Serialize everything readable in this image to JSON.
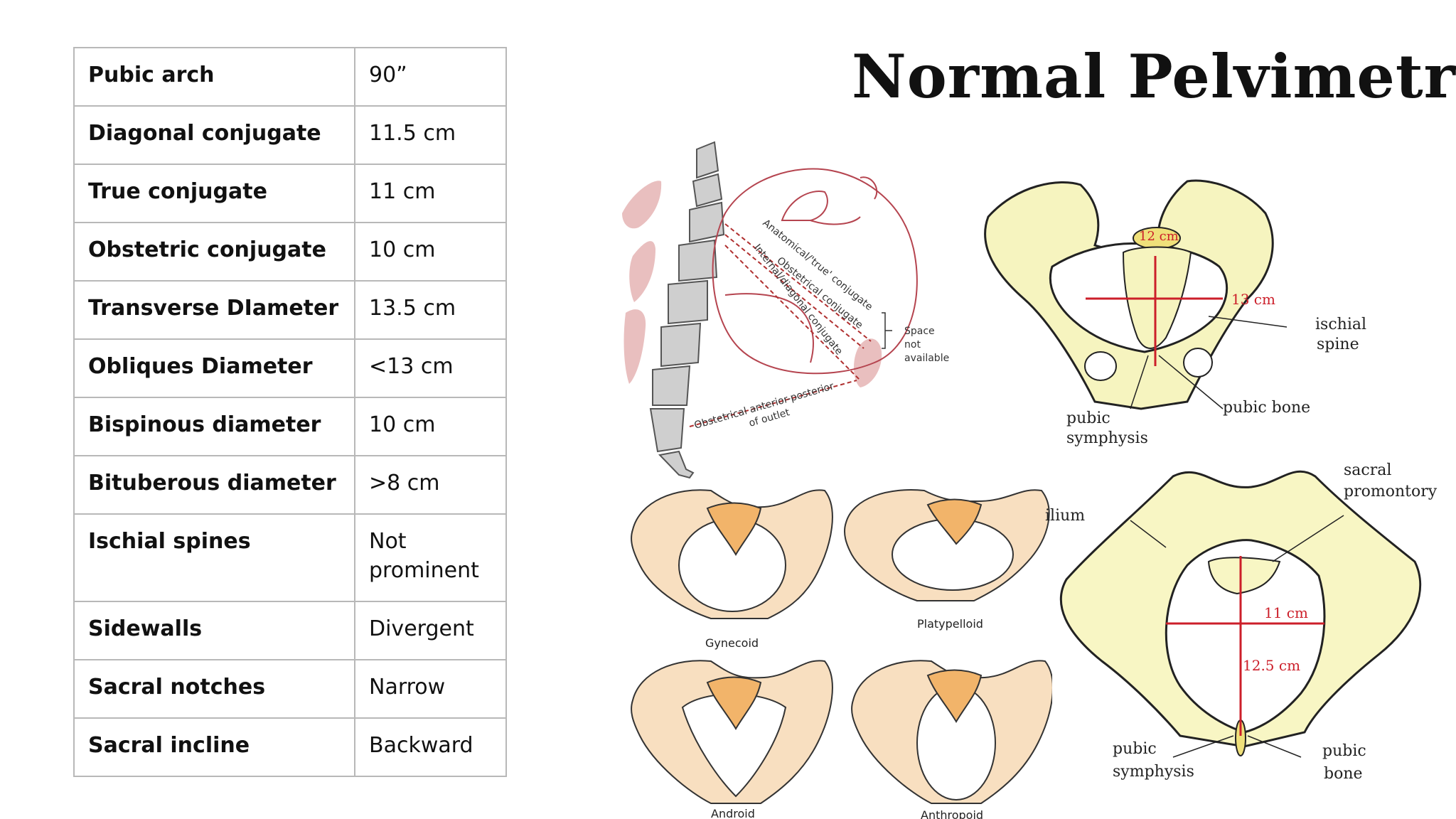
{
  "title": "Normal Pelvimetry",
  "table": [
    {
      "parameter": "Pubic arch",
      "value": "90”"
    },
    {
      "parameter": "Diagonal conjugate",
      "value": "11.5 cm"
    },
    {
      "parameter": "True conjugate",
      "value": "11 cm"
    },
    {
      "parameter": "Obstetric conjugate",
      "value": "10 cm"
    },
    {
      "parameter": "Transverse DIameter",
      "value": "13.5 cm"
    },
    {
      "parameter": "Obliques Diameter",
      "value": "<13 cm"
    },
    {
      "parameter": "Bispinous diameter",
      "value": "10 cm"
    },
    {
      "parameter": "Bituberous diameter",
      "value": ">8 cm"
    },
    {
      "parameter": "Ischial spines",
      "value": "Not prominent"
    },
    {
      "parameter": "Sidewalls",
      "value": "Divergent"
    },
    {
      "parameter": "Sacral notches",
      "value": "Narrow"
    },
    {
      "parameter": "Sacral incline",
      "value": "Backward"
    }
  ],
  "figures": {
    "sagittal": {
      "labels": [
        "Anatomical/'true' conjugate",
        "Obstetrical conjugate",
        "Internal/diagonal conjugate",
        "Space",
        "not",
        "available",
        "Obstetrical anterior-posterior",
        "of outlet"
      ],
      "colors": {
        "outline": "#b5444f",
        "guide": "#b03030",
        "bone": "#cfcfcf",
        "soft_tissue": "#e9bfbf"
      }
    },
    "inlet": {
      "ap_label": "12 cm",
      "transverse_label": "13 cm",
      "labels": [
        "ischial",
        "spine",
        "pubic",
        "symphysis",
        "pubic bone"
      ],
      "colors": {
        "bone": "#f6f4bf",
        "highlight": "#efe07a",
        "measure": "#cc1f2a"
      }
    },
    "types": {
      "labels": [
        "Gynecoid",
        "Platypelloid",
        "Android",
        "Anthropoid"
      ],
      "colors": {
        "bone": "#f8dfc0",
        "sacrum": "#f2b46a"
      }
    },
    "outlet": {
      "transverse_label": "11 cm",
      "ap_label": "12.5 cm",
      "labels": [
        "sacral",
        "promontory",
        "ilium",
        "pubic",
        "symphysis",
        "pubic",
        "bone"
      ],
      "colors": {
        "bone": "#f8f6c4",
        "measure": "#cc1f2a"
      }
    }
  }
}
